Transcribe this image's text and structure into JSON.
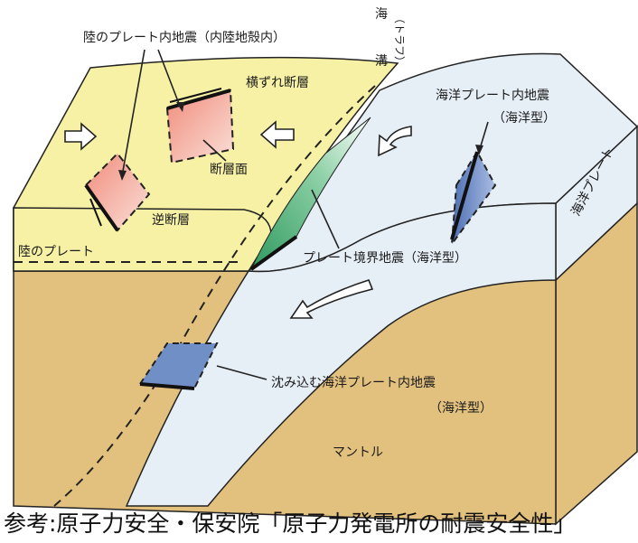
{
  "labels": {
    "land_quake_inner": "陸のプレート内地震（内陸地殻内）",
    "trench_kai": "海",
    "trench_torafu": "（トラフ）",
    "trench_kou": "溝",
    "strike_slip": "横ずれ断層",
    "ocean_plate_quake": "海洋プレート内地震",
    "ocean_type_1": "（海洋型）",
    "fault_surface": "断層面",
    "reverse_fault": "逆断層",
    "land_plate": "陸のプレート",
    "ocean_plate": "海洋プレート",
    "boundary_quake": "プレート境界地震（海洋型）",
    "subducting_quake": "沈み込む海洋プレート内地震",
    "ocean_type_2": "（海洋型）",
    "mantle": "マントル"
  },
  "caption": "参考:原子力安全・保安院「原子力発電所の耐震安全性」",
  "colors": {
    "land_surface": "#f7f1a6",
    "crust": "#e2c07e",
    "ocean_plate": "#e6eef6",
    "fault_red": "#f2a99a",
    "fault_blue": "#6f8fc6",
    "boundary_green": "#3aa86b"
  }
}
